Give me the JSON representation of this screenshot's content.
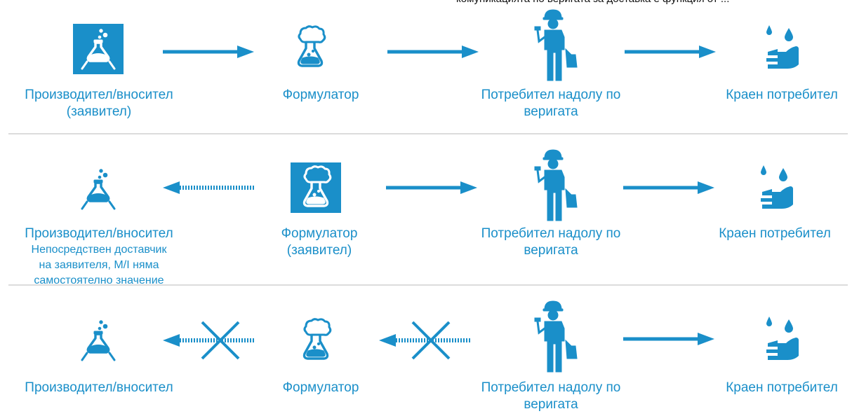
{
  "header_note": "комуникацията по веригата за доставка е функция от ...",
  "colors": {
    "brand": "#1a8fc9",
    "separator": "#dcdcdc"
  },
  "rows": [
    {
      "captions": [
        "Производител/вносител",
        "(заявител)",
        "Формулатор",
        "Потребител надолу по",
        "веригата",
        "Краен потребител"
      ]
    },
    {
      "captions": [
        "Производител/вносител",
        "Формулатор",
        "(заявител)",
        "Потребител надолу по",
        "веригата",
        "Краен потребител"
      ],
      "note": [
        "Непосредствен доставчик",
        "на заявителя, М/I няма",
        "самостоятелно значение"
      ]
    },
    {
      "captions": [
        "Производител/вносител",
        "Формулатор",
        "Потребител надолу по",
        "веригата",
        "Краен потребител"
      ]
    }
  ],
  "icons": [
    "flask-icon",
    "flask-foam-icon",
    "worker-icon",
    "hand-drops-icon",
    "arrow-icon",
    "dotted-arrow-icon",
    "cross-icon"
  ]
}
